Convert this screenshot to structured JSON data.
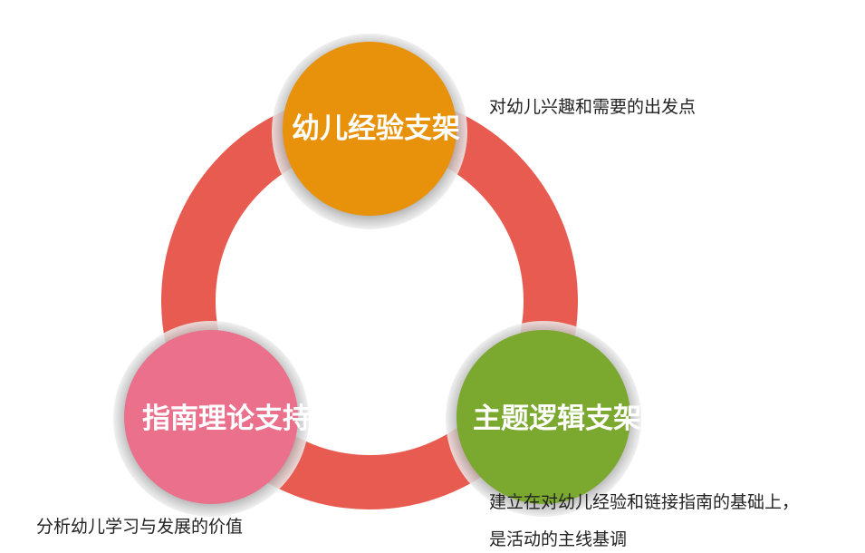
{
  "nodes": [
    {
      "label": "幼儿经验支架",
      "color": "#e8920b"
    },
    {
      "label": "指南理论支持",
      "color": "#ea708c"
    },
    {
      "label": "主题逻辑支架",
      "color": "#7ba82f"
    }
  ],
  "ring_color": "#e85b50",
  "notes": {
    "top": "对幼儿兴趣和需要的出发点",
    "left": "分析幼儿学习与发展的价值",
    "right_line1": "建立在对幼儿经验和链接指南的基础上，",
    "right_line2": "是活动的主线基调"
  }
}
